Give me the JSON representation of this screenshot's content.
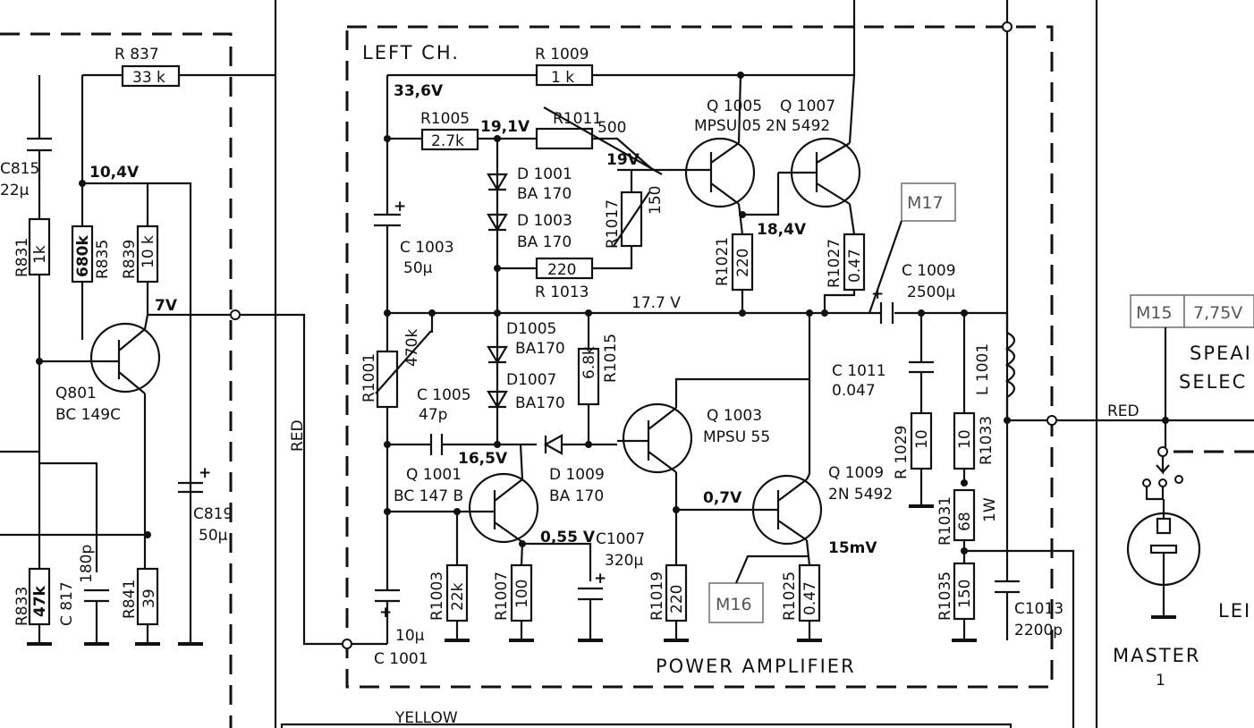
{
  "frames": {
    "left_channel": "LEFT CH.",
    "power_amplifier": "POWER   AMPLIFIER"
  },
  "wires": {
    "red_left": "RED",
    "red_right": "RED",
    "yellow": "YELLOW"
  },
  "voltages": {
    "v336": "33,6V",
    "v191": "19,1V",
    "v19": "19V",
    "v184": "18,4V",
    "v177": "17.7 V",
    "v165": "16,5V",
    "v055": "0,55 V",
    "v07": "0,7V",
    "v15mv": "15mV",
    "v104": "10,4V",
    "v7": "7V"
  },
  "components": {
    "r837": "R 837",
    "r837_val": "33 k",
    "c815": "C815",
    "c815_val": "22μ",
    "r831": "R831",
    "r831_val": "1k",
    "r835": "R835",
    "r835_val": "680k",
    "r839": "R839",
    "r839_val": "10 k",
    "q801": "Q801",
    "q801_type": "BC 149C",
    "c819": "C819",
    "c819_val": "50μ",
    "r833": "R833",
    "r833_val": "47k",
    "c817": "C 817",
    "c817_val": "180p",
    "r841": "R841",
    "r841_val": "39",
    "r1009": "R 1009",
    "r1009_val": "1 k",
    "r1005": "R1005",
    "r1005_val": "2.7k",
    "r1011": "R1011",
    "r1011_val": "500",
    "d1001": "D 1001",
    "d1001_type": "BA 170",
    "d1003": "D 1003",
    "d1003_type": "BA 170",
    "r1017": "R1017",
    "r1017_val": "150",
    "r1013": "R 1013",
    "r1013_val": "220",
    "c1003": "C 1003",
    "c1003_val": "50μ",
    "q1005": "Q 1005",
    "q1005_type": "MPSU 05",
    "q1007": "Q 1007",
    "q1007_type": "2N 5492",
    "r1021": "R1021",
    "r1021_val": "220",
    "r1027": "R1027",
    "r1027_val": "0.47",
    "m17": "M17",
    "c1009": "C 1009",
    "c1009_val": "2500μ",
    "r1001": "R1001",
    "r1001_val": "470k",
    "d1005": "D1005",
    "d1005_type": "BA170",
    "d1007": "D1007",
    "d1007_type": "BA170",
    "r1015": "R1015",
    "r1015_val": "6.8k",
    "c1011": "C 1011",
    "c1011_val": "0.047",
    "l1001": "L 1001",
    "c1005": "C 1005",
    "c1005_val": "47p",
    "q1003": "Q 1003",
    "q1003_type": "MPSU  55",
    "q1001": "Q 1001",
    "q1001_type": "BC 147 B",
    "d1009": "D 1009",
    "d1009_type": "BA 170",
    "q1009": "Q 1009",
    "q1009_type": "2N 5492",
    "r1029": "R 1029",
    "r1029_val": "10",
    "r1033": "R1033",
    "r1033_val": "10",
    "r1031": "R1031",
    "r1031_val": "68",
    "r1031_power": "1W",
    "c1007": "C1007",
    "c1007_val": "320μ",
    "r1003": "R1003",
    "r1003_val": "22k",
    "r1007": "R1007",
    "r1007_val": "100",
    "r1019": "R1019",
    "r1019_val": "220",
    "m16": "M16",
    "r1025": "R1025",
    "r1025_val": "0.47",
    "r1035": "R1035",
    "r1035_val": "150",
    "c1013": "C1013",
    "c1013_val": "2200p",
    "c1001": "C 1001",
    "c1001_val": "10μ",
    "m15": "M15",
    "m15_val": "7,75V",
    "speaker_select_1": "SPEAI",
    "speaker_select_2": "SELEC",
    "master": "MASTER",
    "master_num": "1",
    "lef": "LEI"
  }
}
